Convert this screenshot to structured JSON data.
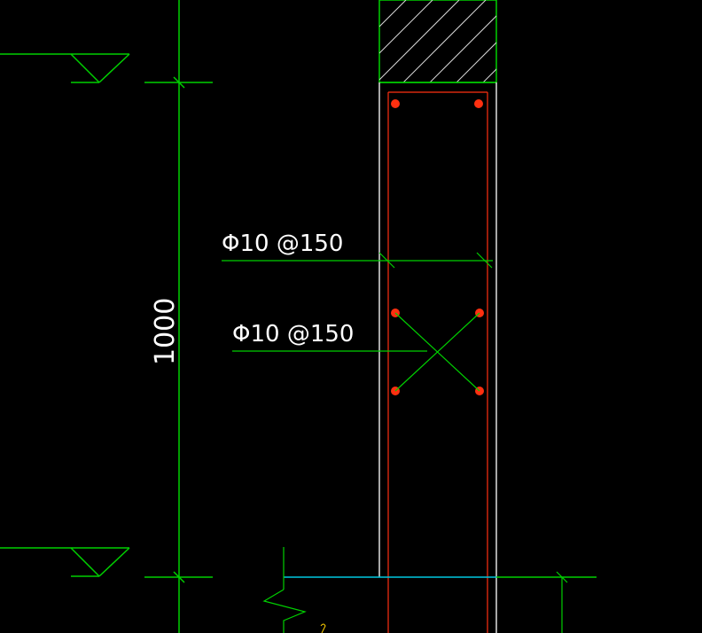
{
  "drawing": {
    "dimension_label": "1000",
    "rebar_label_1": "Φ10 @150",
    "rebar_label_2": "Φ10 @150"
  },
  "colors": {
    "background": "#000000",
    "line_green": "#00d000",
    "rebar_red": "#ff3010",
    "outline_white": "#e0e0e0",
    "floor_cyan": "#00c8e0",
    "text_white": "#ffffff"
  }
}
